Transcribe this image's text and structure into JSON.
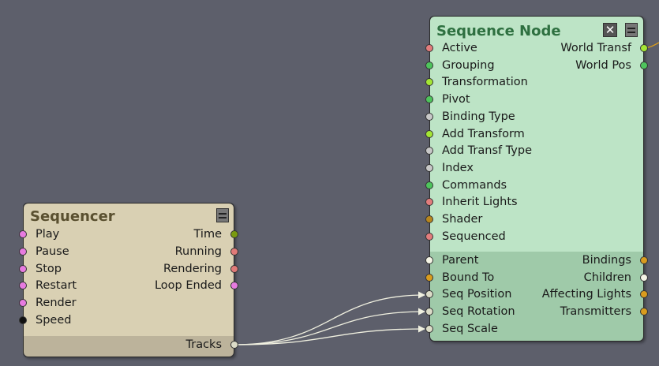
{
  "sequencer": {
    "title": "Sequencer",
    "inputs": [
      {
        "label": "Play",
        "color": "#e77be0"
      },
      {
        "label": "Pause",
        "color": "#e77be0"
      },
      {
        "label": "Stop",
        "color": "#e77be0"
      },
      {
        "label": "Restart",
        "color": "#e77be0"
      },
      {
        "label": "Render",
        "color": "#e77be0"
      },
      {
        "label": "Speed",
        "color": "#111111"
      }
    ],
    "outputs": [
      {
        "label": "Time",
        "color": "#7a9a10"
      },
      {
        "label": "Running",
        "color": "#e07a78"
      },
      {
        "label": "Rendering",
        "color": "#e07a78"
      },
      {
        "label": "Loop Ended",
        "color": "#e77be0"
      }
    ],
    "bottom_output": {
      "label": "Tracks",
      "color": "#dcdcc8"
    },
    "body_color": "#d9d0b3",
    "footer_color": "#bcb39b",
    "title_color": "#5a5030"
  },
  "sequence_node": {
    "title": "Sequence Node",
    "inputs": [
      {
        "label": "Active",
        "color": "#e27d7d"
      },
      {
        "label": "Grouping",
        "color": "#4ec45c"
      },
      {
        "label": "Transformation",
        "color": "#a4e634"
      },
      {
        "label": "Pivot",
        "color": "#4ec45c"
      },
      {
        "label": "Binding Type",
        "color": "#c8c8c8"
      },
      {
        "label": "Add Transform",
        "color": "#a4e634"
      },
      {
        "label": "Add Transf Type",
        "color": "#c8c8c8"
      },
      {
        "label": "Index",
        "color": "#c8c8c8"
      },
      {
        "label": "Commands",
        "color": "#4ec45c"
      },
      {
        "label": "Inherit Lights",
        "color": "#e27d7d"
      },
      {
        "label": "Shader",
        "color": "#b8861e"
      },
      {
        "label": "Sequenced",
        "color": "#e27d7d"
      }
    ],
    "outputs": [
      {
        "label": "World Transf",
        "color": "#a4e634"
      },
      {
        "label": "World Pos",
        "color": "#4ec45c"
      }
    ],
    "lower_inputs": [
      {
        "label": "Parent",
        "color": "#f5f5e6"
      },
      {
        "label": "Bound To",
        "color": "#d99c1e"
      },
      {
        "label": "Seq Position",
        "color": "#dcdcc8"
      },
      {
        "label": "Seq Rotation",
        "color": "#dcdcc8"
      },
      {
        "label": "Seq Scale",
        "color": "#dcdcc8"
      }
    ],
    "lower_outputs": [
      {
        "label": "Bindings",
        "color": "#d99c1e"
      },
      {
        "label": "Children",
        "color": "#f5f5e6"
      },
      {
        "label": "Affecting Lights",
        "color": "#d99c1e"
      },
      {
        "label": "Transmitters",
        "color": "#d99c1e"
      }
    ],
    "body_color": "#bde4c6",
    "footer_color": "#9fcaa9",
    "title_color": "#2e7040"
  },
  "icons": {
    "collapse": "collapse-icon",
    "close": "close-icon",
    "close_glyph": "✕"
  }
}
